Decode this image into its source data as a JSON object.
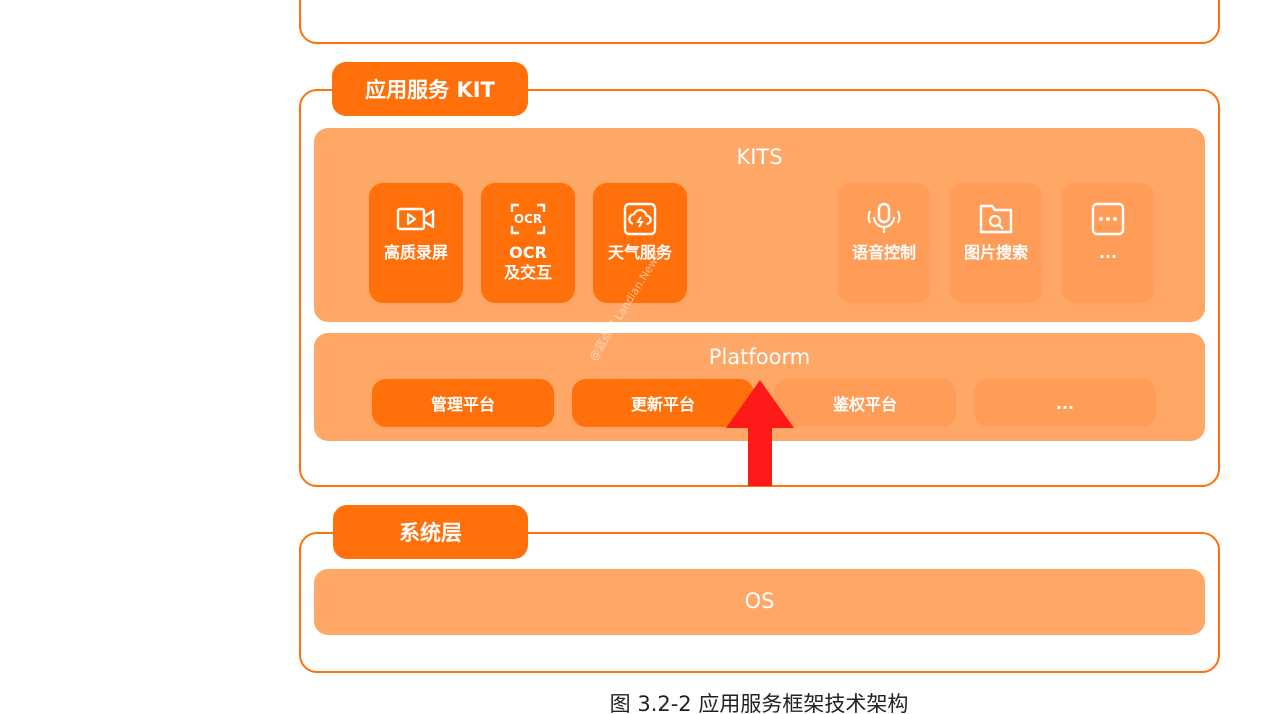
{
  "app_layer": {
    "tag": "应用服务 KIT",
    "kits_panel": {
      "title": "KITS",
      "items": [
        {
          "label": "高质录屏",
          "icon": "video-camera-icon",
          "style": "dark"
        },
        {
          "label": "OCR\n及交互",
          "icon": "ocr-scan-icon",
          "icon_text": "OCR",
          "style": "dark"
        },
        {
          "label": "天气服务",
          "icon": "weather-cloud-icon",
          "style": "dark"
        },
        {
          "label": "语音控制",
          "icon": "microphone-icon",
          "style": "light"
        },
        {
          "label": "图片搜索",
          "icon": "image-search-icon",
          "style": "light"
        },
        {
          "label": "...",
          "icon": "more-icon",
          "style": "light"
        }
      ]
    },
    "platform_panel": {
      "title": "Platfoorm",
      "items": [
        {
          "label": "管理平台",
          "style": "dark"
        },
        {
          "label": "更新平台",
          "style": "dark"
        },
        {
          "label": "鉴权平台",
          "style": "light"
        },
        {
          "label": "...",
          "style": "light"
        }
      ]
    }
  },
  "system_layer": {
    "tag": "系统层",
    "os_panel": {
      "title": "OS"
    }
  },
  "caption": "图 3.2-2 应用服务框架技术架构",
  "watermark": "@蓝点网 Landian.News",
  "colors": {
    "accent": "#ff6f0a",
    "panel": "#ffa766",
    "light_item": "#ff9c57",
    "arrow": "#ff1a1a"
  }
}
